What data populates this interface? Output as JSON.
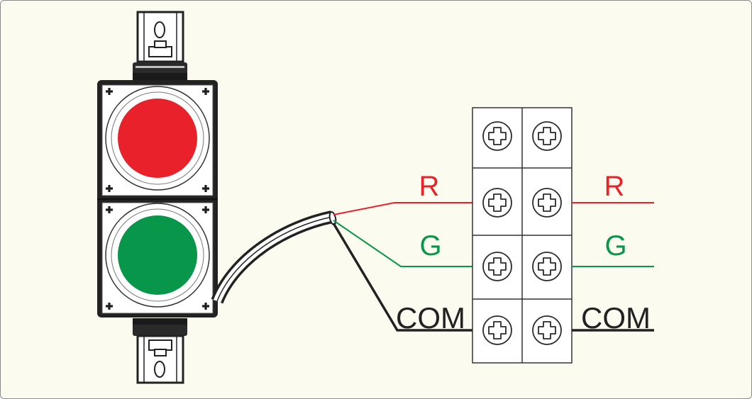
{
  "diagram": {
    "signal_light": {
      "lamps": [
        {
          "name": "red-lamp",
          "color": "#e8212b"
        },
        {
          "name": "green-lamp",
          "color": "#08964a"
        }
      ]
    },
    "terminal_block": {
      "rows": 4,
      "columns": 2
    },
    "wires": [
      {
        "id": "R",
        "label": "R",
        "color": "#e8212b"
      },
      {
        "id": "G",
        "label": "G",
        "color": "#08964a"
      },
      {
        "id": "COM",
        "label": "COM",
        "color": "#222222"
      }
    ]
  }
}
